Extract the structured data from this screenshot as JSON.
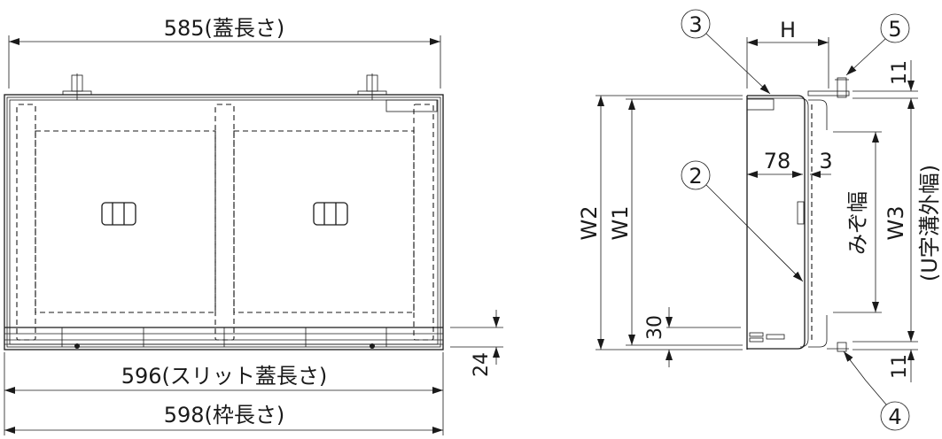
{
  "front_view": {
    "dim_lid_length": "585(蓋長さ)",
    "dim_slit_lid_length": "596(スリット蓋長さ)",
    "dim_frame_length": "598(枠長さ)",
    "dim_rail_height": "24"
  },
  "section_view": {
    "dim_h": "H",
    "dim_78": "78",
    "dim_3": "3",
    "dim_w1": "W1",
    "dim_w2": "W2",
    "dim_w3": "W3",
    "dim_w3_note": "(U字溝外幅)",
    "dim_groove_width": "みぞ幅",
    "dim_30": "30",
    "dim_11_top": "11",
    "dim_11_bottom": "11",
    "callouts": [
      "②",
      "③",
      "④",
      "⑤"
    ]
  }
}
